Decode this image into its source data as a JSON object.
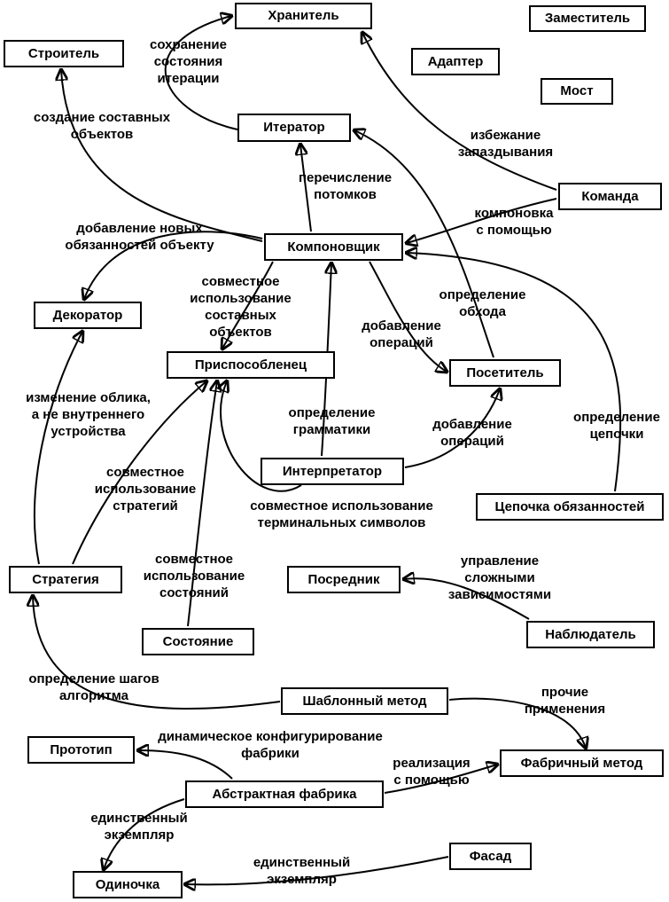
{
  "diagram": {
    "language": "ru",
    "subject": "Design pattern relationships",
    "colors": {
      "line": "#000000",
      "box_border": "#000000",
      "background": "#ffffff",
      "text": "#000000"
    },
    "nodes": {
      "memento": {
        "label": "Хранитель"
      },
      "proxy": {
        "label": "Заместитель"
      },
      "builder": {
        "label": "Строитель"
      },
      "adapter": {
        "label": "Адаптер"
      },
      "bridge": {
        "label": "Мост"
      },
      "iterator": {
        "label": "Итератор"
      },
      "command": {
        "label": "Команда"
      },
      "composite": {
        "label": "Компоновщик"
      },
      "decorator": {
        "label": "Декоратор"
      },
      "flyweight": {
        "label": "Приспособленец"
      },
      "visitor": {
        "label": "Посетитель"
      },
      "interpreter": {
        "label": "Интерпретатор"
      },
      "chain_of_responsibility": {
        "label": "Цепочка обязанностей"
      },
      "strategy": {
        "label": "Стратегия"
      },
      "mediator": {
        "label": "Посредник"
      },
      "observer": {
        "label": "Наблюдатель"
      },
      "state": {
        "label": "Состояние"
      },
      "template_method": {
        "label": "Шаблонный метод"
      },
      "prototype": {
        "label": "Прототип"
      },
      "factory_method": {
        "label": "Фабричный метод"
      },
      "abstract_factory": {
        "label": "Абстрактная фабрика"
      },
      "facade": {
        "label": "Фасад"
      },
      "singleton": {
        "label": "Одиночка"
      }
    },
    "edge_labels": {
      "saving_iteration_state": {
        "text": "сохранение\nсостояния\nитерации",
        "from": "Итератор",
        "to": "Хранитель"
      },
      "creating_composites": {
        "text": "создание составных\nобъектов",
        "from": "Компоновщик",
        "to": "Строитель"
      },
      "avoiding_hysteresis": {
        "text": "избежание\nзапаздывания",
        "from": "Команда",
        "to": "Хранитель"
      },
      "enumerating_children": {
        "text": "перечисление\nпотомков",
        "from": "Компоновщик",
        "to": "Итератор"
      },
      "composed_using": {
        "text": "компоновка\nс помощью",
        "from": "Команда",
        "to": "Компоновщик"
      },
      "adding_responsibilities": {
        "text": "добавление новых\nобязанностей объекту",
        "from": "Компоновщик",
        "to": "Декоратор"
      },
      "sharing_composites": {
        "text": "совместное\nиспользование\nсоставных объектов",
        "from": "Компоновщик",
        "to": "Приспособленец"
      },
      "defining_traversals": {
        "text": "определение\nобхода",
        "from": "Посетитель",
        "to": "Итератор"
      },
      "adding_operations_composite": {
        "text": "добавление\nопераций",
        "from": "Компоновщик",
        "to": "Посетитель"
      },
      "changing_skin_vs_guts": {
        "text": "изменение облика,\nа не внутреннего\nустройства",
        "from": "Стратегия",
        "to": "Декоратор"
      },
      "defining_grammar": {
        "text": "определение\nграмматики",
        "from": "Интерпретатор",
        "to": "Компоновщик"
      },
      "adding_operations_interpreter": {
        "text": "добавление\nопераций",
        "from": "Интерпретатор",
        "to": "Посетитель"
      },
      "defining_the_chain": {
        "text": "определение\nцепочки",
        "from": "Цепочка обязанностей",
        "to": "Компоновщик"
      },
      "sharing_strategies": {
        "text": "совместное\nиспользование\nстратегий",
        "from": "Стратегия",
        "to": "Приспособленец"
      },
      "sharing_terminal_symbols": {
        "text": "совместное использование\nтерминальных символов",
        "from": "Интерпретатор",
        "to": "Приспособленец"
      },
      "sharing_states": {
        "text": "совместное\nиспользование\nсостояний",
        "from": "Состояние",
        "to": "Приспособленец"
      },
      "complex_dependency_management": {
        "text": "управление\nсложными\nзависимостями",
        "from": "Наблюдатель",
        "to": "Посредник"
      },
      "defining_algorithm_steps": {
        "text": "определение шагов\nалгоритма",
        "from": "Шаблонный метод",
        "to": "Стратегия"
      },
      "other_uses": {
        "text": "прочие\nприменения",
        "from": "Шаблонный метод",
        "to": "Фабричный метод"
      },
      "dynamic_factory_configuration": {
        "text": "динамическое конфигурирование\nфабрики",
        "from": "Абстрактная фабрика",
        "to": "Прототип"
      },
      "implement_using": {
        "text": "реализация\nс помощью",
        "from": "Абстрактная фабрика",
        "to": "Фабричный метод"
      },
      "single_instance_factory": {
        "text": "единственный\nэкземпляр",
        "from": "Абстрактная фабрика",
        "to": "Одиночка"
      },
      "single_instance_facade": {
        "text": "единственный\nэкземпляр",
        "from": "Фасад",
        "to": "Одиночка"
      }
    }
  }
}
